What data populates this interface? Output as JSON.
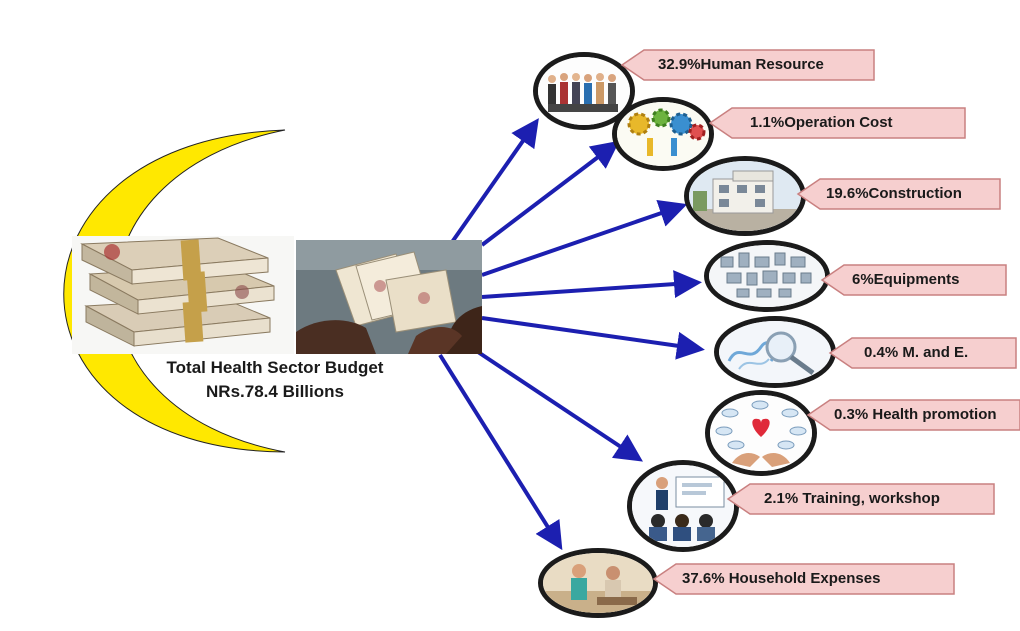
{
  "budget": {
    "line1": "Total Health Sector Budget",
    "line2": "NRs.78.4 Billions"
  },
  "categories": [
    {
      "label": "32.9%Human Resource",
      "icon": "people-icon"
    },
    {
      "label": "1.1%Operation Cost",
      "icon": "gears-icon"
    },
    {
      "label": "19.6%Construction",
      "icon": "building-icon"
    },
    {
      "label": "6%Equipments",
      "icon": "equipment-icon"
    },
    {
      "label": "0.4% M. and E.",
      "icon": "magnifier-icon"
    },
    {
      "label": "0.3% Health promotion",
      "icon": "heart-hands-icon"
    },
    {
      "label": "2.1% Training, workshop",
      "icon": "training-icon"
    },
    {
      "label": "37.6% Household Expenses",
      "icon": "household-icon"
    }
  ],
  "colors": {
    "arrow": "#1c1fb0",
    "crescent": "#ffe800",
    "label_fill": "#f6cfcf",
    "label_stroke": "#c98080"
  }
}
